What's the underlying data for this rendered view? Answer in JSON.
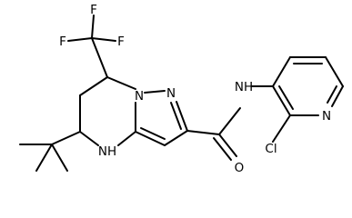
{
  "atom_labels": {
    "f1": "F",
    "f2": "F",
    "f3": "F",
    "n_ring": "N",
    "n_pyrazole": "N",
    "nh_ring": "NH",
    "nh_amide": "NH",
    "o_carbonyl": "O",
    "n_pyridine": "N",
    "cl": "Cl"
  },
  "groups": [
    "trifluoromethyl",
    "tert-butyl",
    "carboxamide",
    "2-chloropyridin-3-yl"
  ]
}
